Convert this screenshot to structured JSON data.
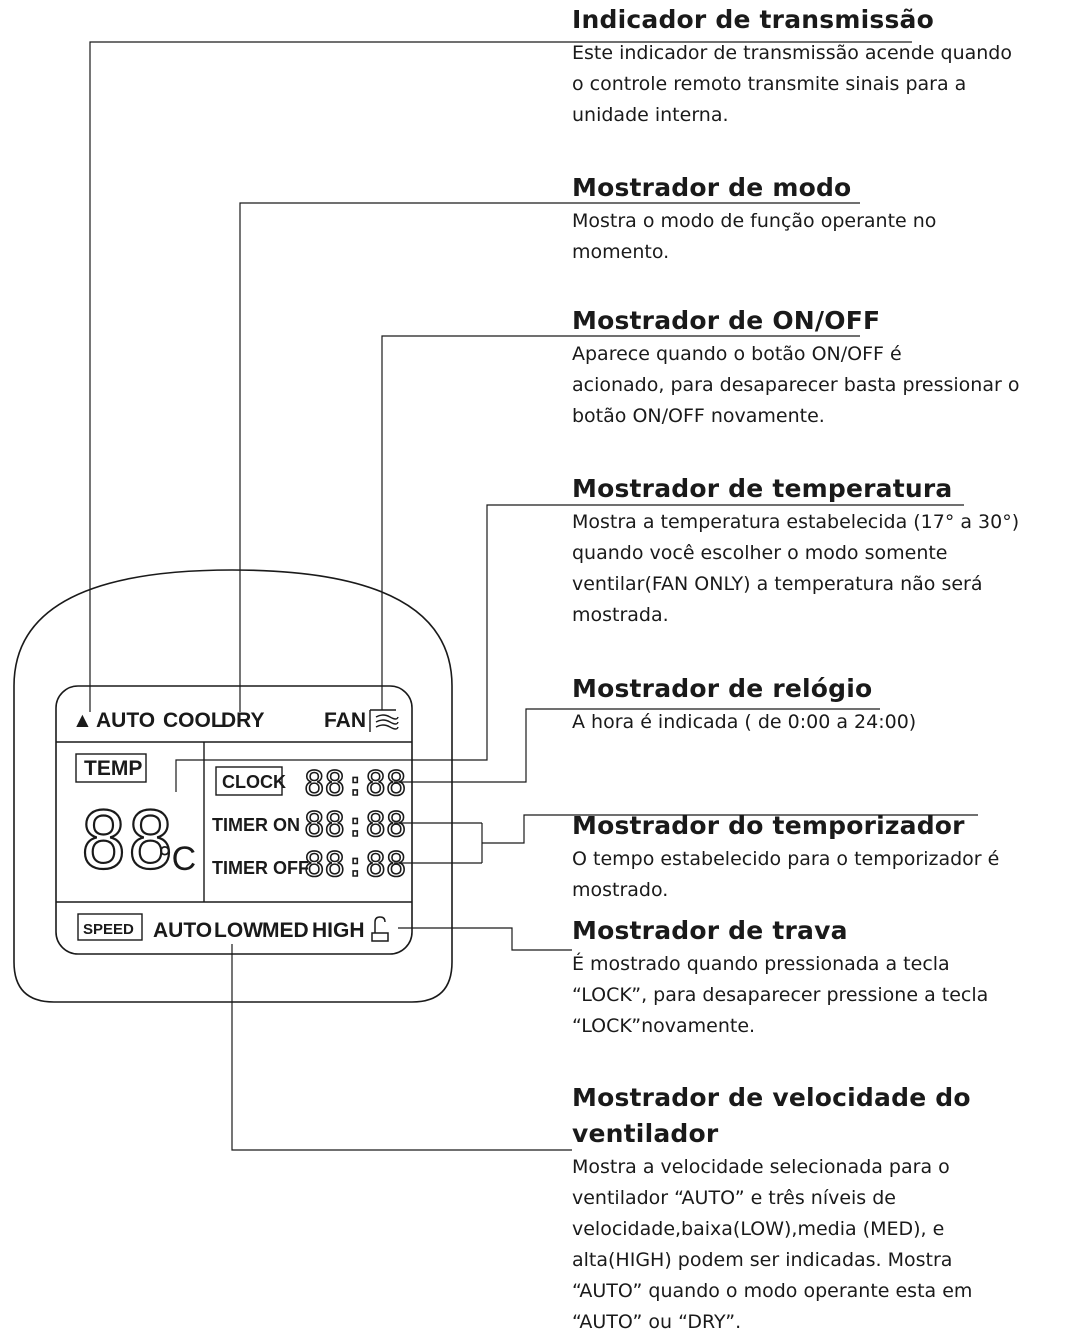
{
  "display": {
    "mode_row": {
      "transmit_symbol": "▲",
      "modes": [
        "AUTO",
        "COOL",
        "DRY"
      ],
      "fan_label": "FAN"
    },
    "temp_label": "TEMP",
    "temp_digits": "88",
    "temp_unit": "°C",
    "clock_label": "CLOCK",
    "clock_digits": "88:88",
    "timer_on_label": "TIMER ON",
    "timer_on_digits": "88:88",
    "timer_off_label": "TIMER OFF",
    "timer_off_digits": "88:88",
    "speed_label": "SPEED",
    "speed_levels": [
      "AUTO",
      "LOW",
      "MED",
      "HIGH"
    ],
    "lock_icon": "lock-icon",
    "fan_icon": "fan-vane-icon"
  },
  "descriptions": [
    {
      "title": "Indicador de transmissão",
      "text": " Este indicador de transmissão acende quando\no controle remoto transmite sinais para a\nunidade interna."
    },
    {
      "title": "Mostrador de modo",
      "text": "Mostra o modo de função operante no\nmomento."
    },
    {
      "title": "Mostrador de ON/OFF",
      "text": "Aparece quando o botão ON/OFF é\nacionado, para desaparecer basta pressionar o\nbotão ON/OFF novamente."
    },
    {
      "title": "Mostrador de temperatura",
      "text": "Mostra a temperatura estabelecida (17° a 30°)\nquando você escolher o modo somente\nventilar(FAN ONLY) a temperatura não será\nmostrada."
    },
    {
      "title": "Mostrador de relógio",
      "text": "A hora é indicada ( de 0:00 a 24:00)"
    },
    {
      "title": "Mostrador do temporizador",
      "text": "O tempo estabelecido para o temporizador é\nmostrado."
    },
    {
      "title": "Mostrador de trava",
      "text": " É mostrado quando pressionada a tecla\n“LOCK”, para desaparecer pressione a tecla\n“LOCK”novamente."
    },
    {
      "title": "Mostrador de velocidade do\nventilador",
      "text": "Mostra a velocidade selecionada para o\nventilador  “AUTO” e três níveis de\nvelocidade,baixa(LOW),media (MED), e\nalta(HIGH) podem ser indicadas. Mostra\n“AUTO” quando o modo operante esta em\n“AUTO” ou “DRY”."
    }
  ]
}
